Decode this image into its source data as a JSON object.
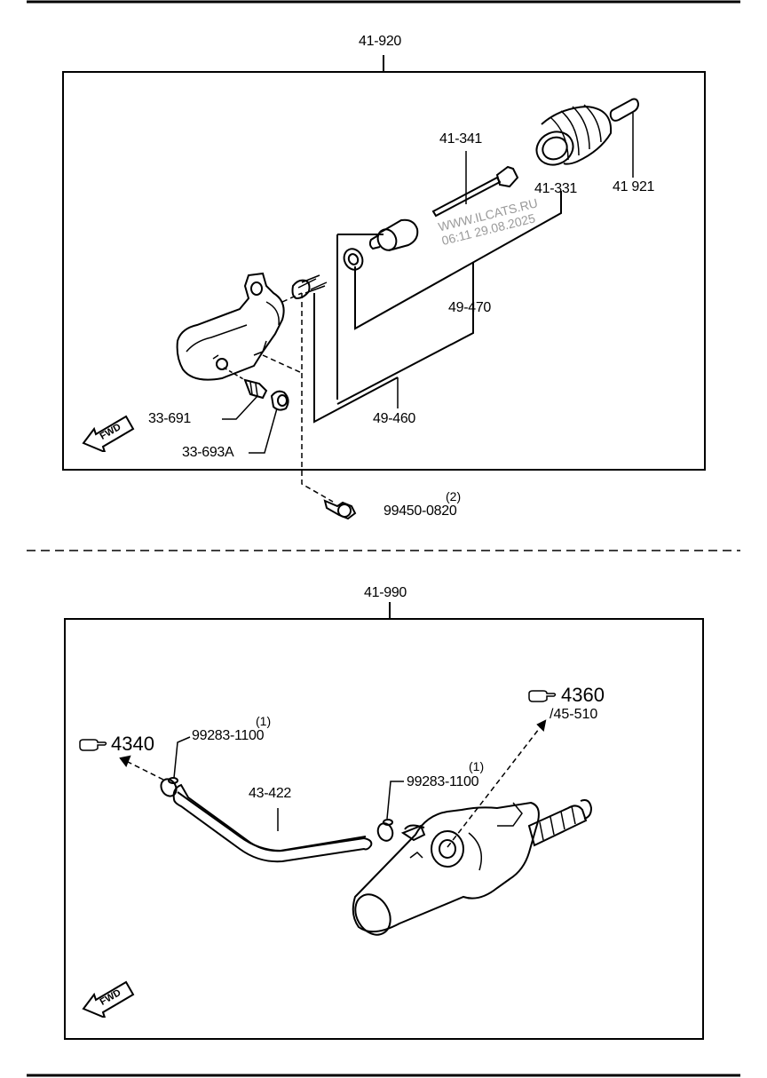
{
  "top_diagram": {
    "assembly_label": "41-920",
    "parts": {
      "p41_341": "41-341",
      "p41_331": "41-331",
      "p41_921": "41 921",
      "p49_470": "49-470",
      "p49_460": "49-460",
      "p33_691": "33-691",
      "p33_693a": "33-693A",
      "p99450": "99450-0820",
      "p99450_qty": "(2)"
    },
    "fwd_label": "FWD"
  },
  "bottom_diagram": {
    "assembly_label": "41-990",
    "parts": {
      "p43_422": "43-422",
      "clamp_left": "99283-1100",
      "clamp_left_qty": "(1)",
      "clamp_right": "99283-1100",
      "clamp_right_qty": "(1)"
    },
    "refs": {
      "ref_4340": "4340",
      "ref_4360": "4360",
      "ref_4360_sub": "/45-510"
    },
    "fwd_label": "FWD"
  },
  "watermark": {
    "line1": "WWW.ILCATS.RU",
    "line2": "06:11 29.08.2025"
  }
}
